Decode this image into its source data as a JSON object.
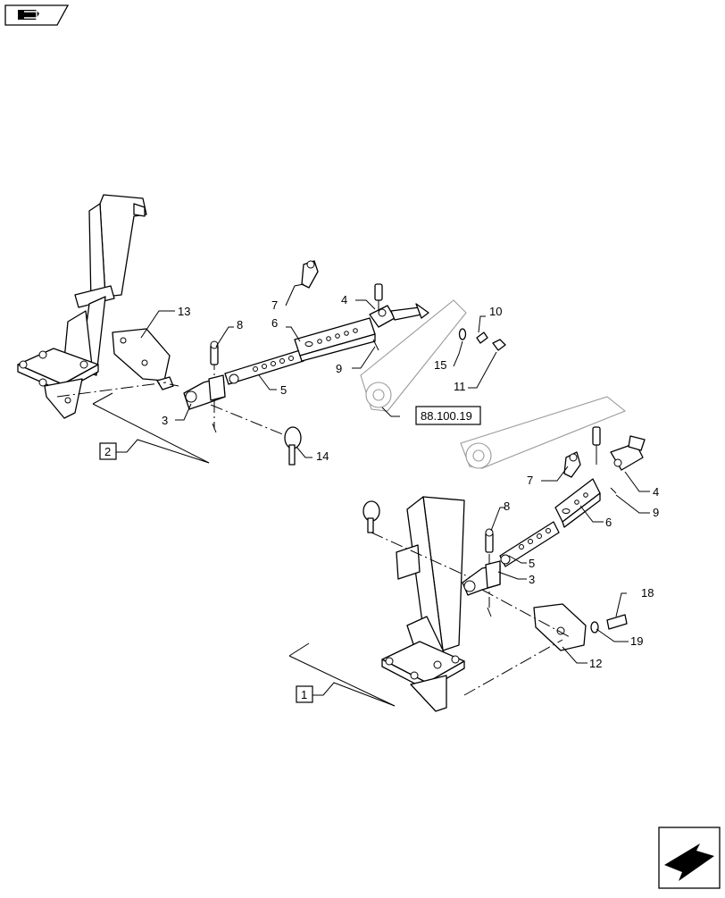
{
  "top_icon": "book-arrow-icon",
  "corner_icon": "next-page-arrow-icon",
  "callouts": {
    "c1": "1",
    "c2": "2",
    "c3a": "3",
    "c3b": "3",
    "c4a": "4",
    "c4b": "4",
    "c5a": "5",
    "c5b": "5",
    "c6a": "6",
    "c6b": "6",
    "c7a": "7",
    "c7b": "7",
    "c8a": "8",
    "c8b": "8",
    "c9a": "9",
    "c9b": "9",
    "c10": "10",
    "c11": "11",
    "c12": "12",
    "c13": "13",
    "c14": "14",
    "c15": "15",
    "c18": "18",
    "c19": "19"
  },
  "reference": "88.100.19"
}
